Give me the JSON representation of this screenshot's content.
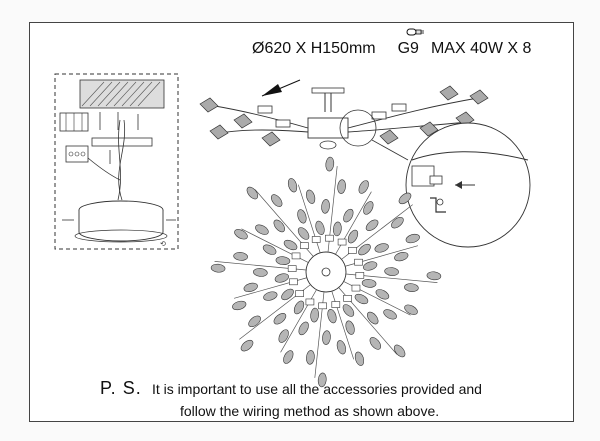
{
  "spec": {
    "dimensions": "Ø620 X H150mm",
    "lamp_type": "G9",
    "wattage": "MAX 40W X 8"
  },
  "note": {
    "label": "P. S.",
    "line1": "It is important to use all the accessories provided and",
    "line2": "follow the wiring method as shown above."
  },
  "icons": [
    "g9-bulb-icon",
    "pointer-arrow-icon",
    "detail-arrow-icon",
    "screw-icon"
  ]
}
